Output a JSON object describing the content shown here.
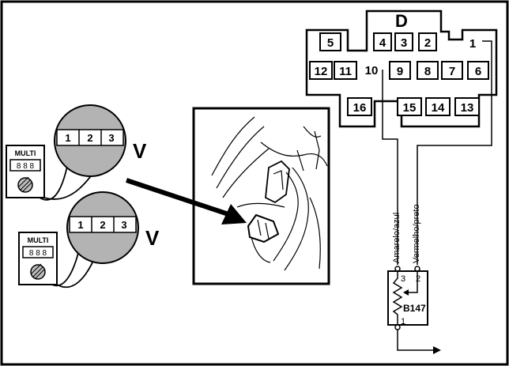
{
  "connector": {
    "name": "D",
    "pins_row1": [
      "5",
      "4",
      "3",
      "2",
      "1"
    ],
    "pins_row2": [
      "12",
      "11",
      "10",
      "9",
      "8",
      "7",
      "6"
    ],
    "pins_row3": [
      "16",
      "15",
      "14",
      "13"
    ]
  },
  "meters": [
    {
      "label": "MULTI",
      "display": "8 8 8",
      "probe_pins": [
        "1",
        "2",
        "3"
      ],
      "unit": "V"
    },
    {
      "label": "MULTI",
      "display": "8 8 8",
      "probe_pins": [
        "1",
        "2",
        "3"
      ],
      "unit": "V"
    }
  ],
  "wires": {
    "left_wire": "Amarelo/azul",
    "right_wire": "Vermelho/preto"
  },
  "sensor": {
    "id": "B147",
    "pin_left": "3",
    "pin_right": "2",
    "pin_bottom": "1"
  },
  "colors": {
    "line": "#000000",
    "circle_fill": "#b3b3b3",
    "band_fill": "#ffffff",
    "dial_fill": "#bdbdbd"
  }
}
